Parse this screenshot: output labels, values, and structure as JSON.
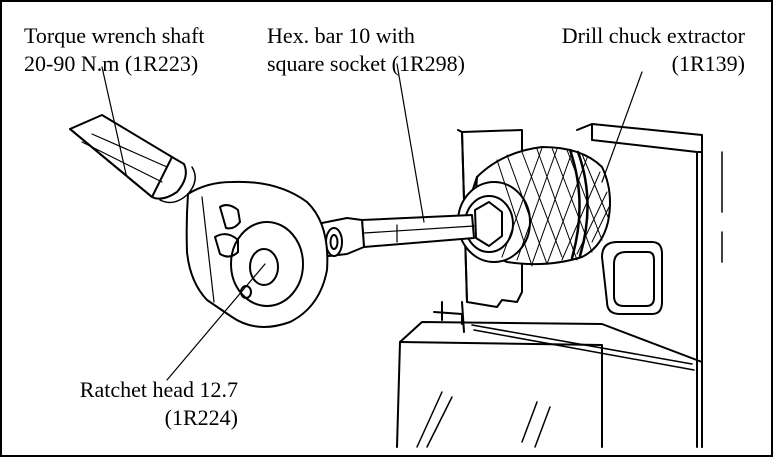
{
  "labels": {
    "torque_wrench": {
      "line1": "Torque wrench shaft",
      "line2": "20-90 N.m (1R223)"
    },
    "hex_bar": {
      "line1": "Hex. bar 10 with",
      "line2": "square socket (1R298)"
    },
    "chuck_extractor": {
      "line1": "Drill chuck extractor",
      "line2": "(1R139)"
    },
    "ratchet_head": {
      "line1": "Ratchet head 12.7",
      "line2": "(1R224)"
    }
  }
}
